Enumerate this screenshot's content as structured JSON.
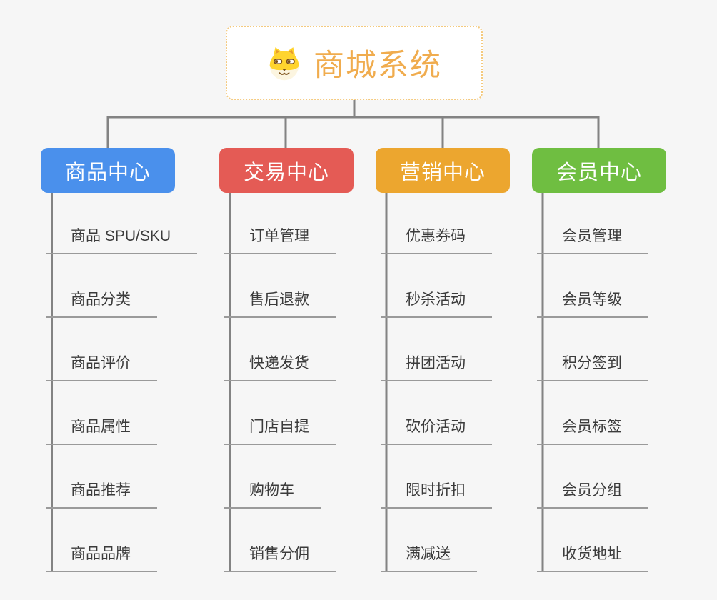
{
  "canvas": {
    "background": "#F6F6F6",
    "connector_color": "#838383"
  },
  "root": {
    "title": "商城系统",
    "title_color": "#F0AC4E",
    "border_color": "#F4CA7F",
    "icon": "shiba-dog-icon"
  },
  "branches": [
    {
      "label": "商品中心",
      "color": "#4A90EC",
      "items": [
        "商品 SPU/SKU",
        "商品分类",
        "商品评价",
        "商品属性",
        "商品推荐",
        "商品品牌"
      ]
    },
    {
      "label": "交易中心",
      "color": "#E45B55",
      "items": [
        "订单管理",
        "售后退款",
        "快递发货",
        "门店自提",
        "购物车",
        "销售分佣"
      ]
    },
    {
      "label": "营销中心",
      "color": "#ECA62F",
      "items": [
        "优惠券码",
        "秒杀活动",
        "拼团活动",
        "砍价活动",
        "限时折扣",
        "满减送"
      ]
    },
    {
      "label": "会员中心",
      "color": "#6FBE41",
      "items": [
        "会员管理",
        "会员等级",
        "积分签到",
        "会员标签",
        "会员分组",
        "收货地址"
      ]
    }
  ]
}
